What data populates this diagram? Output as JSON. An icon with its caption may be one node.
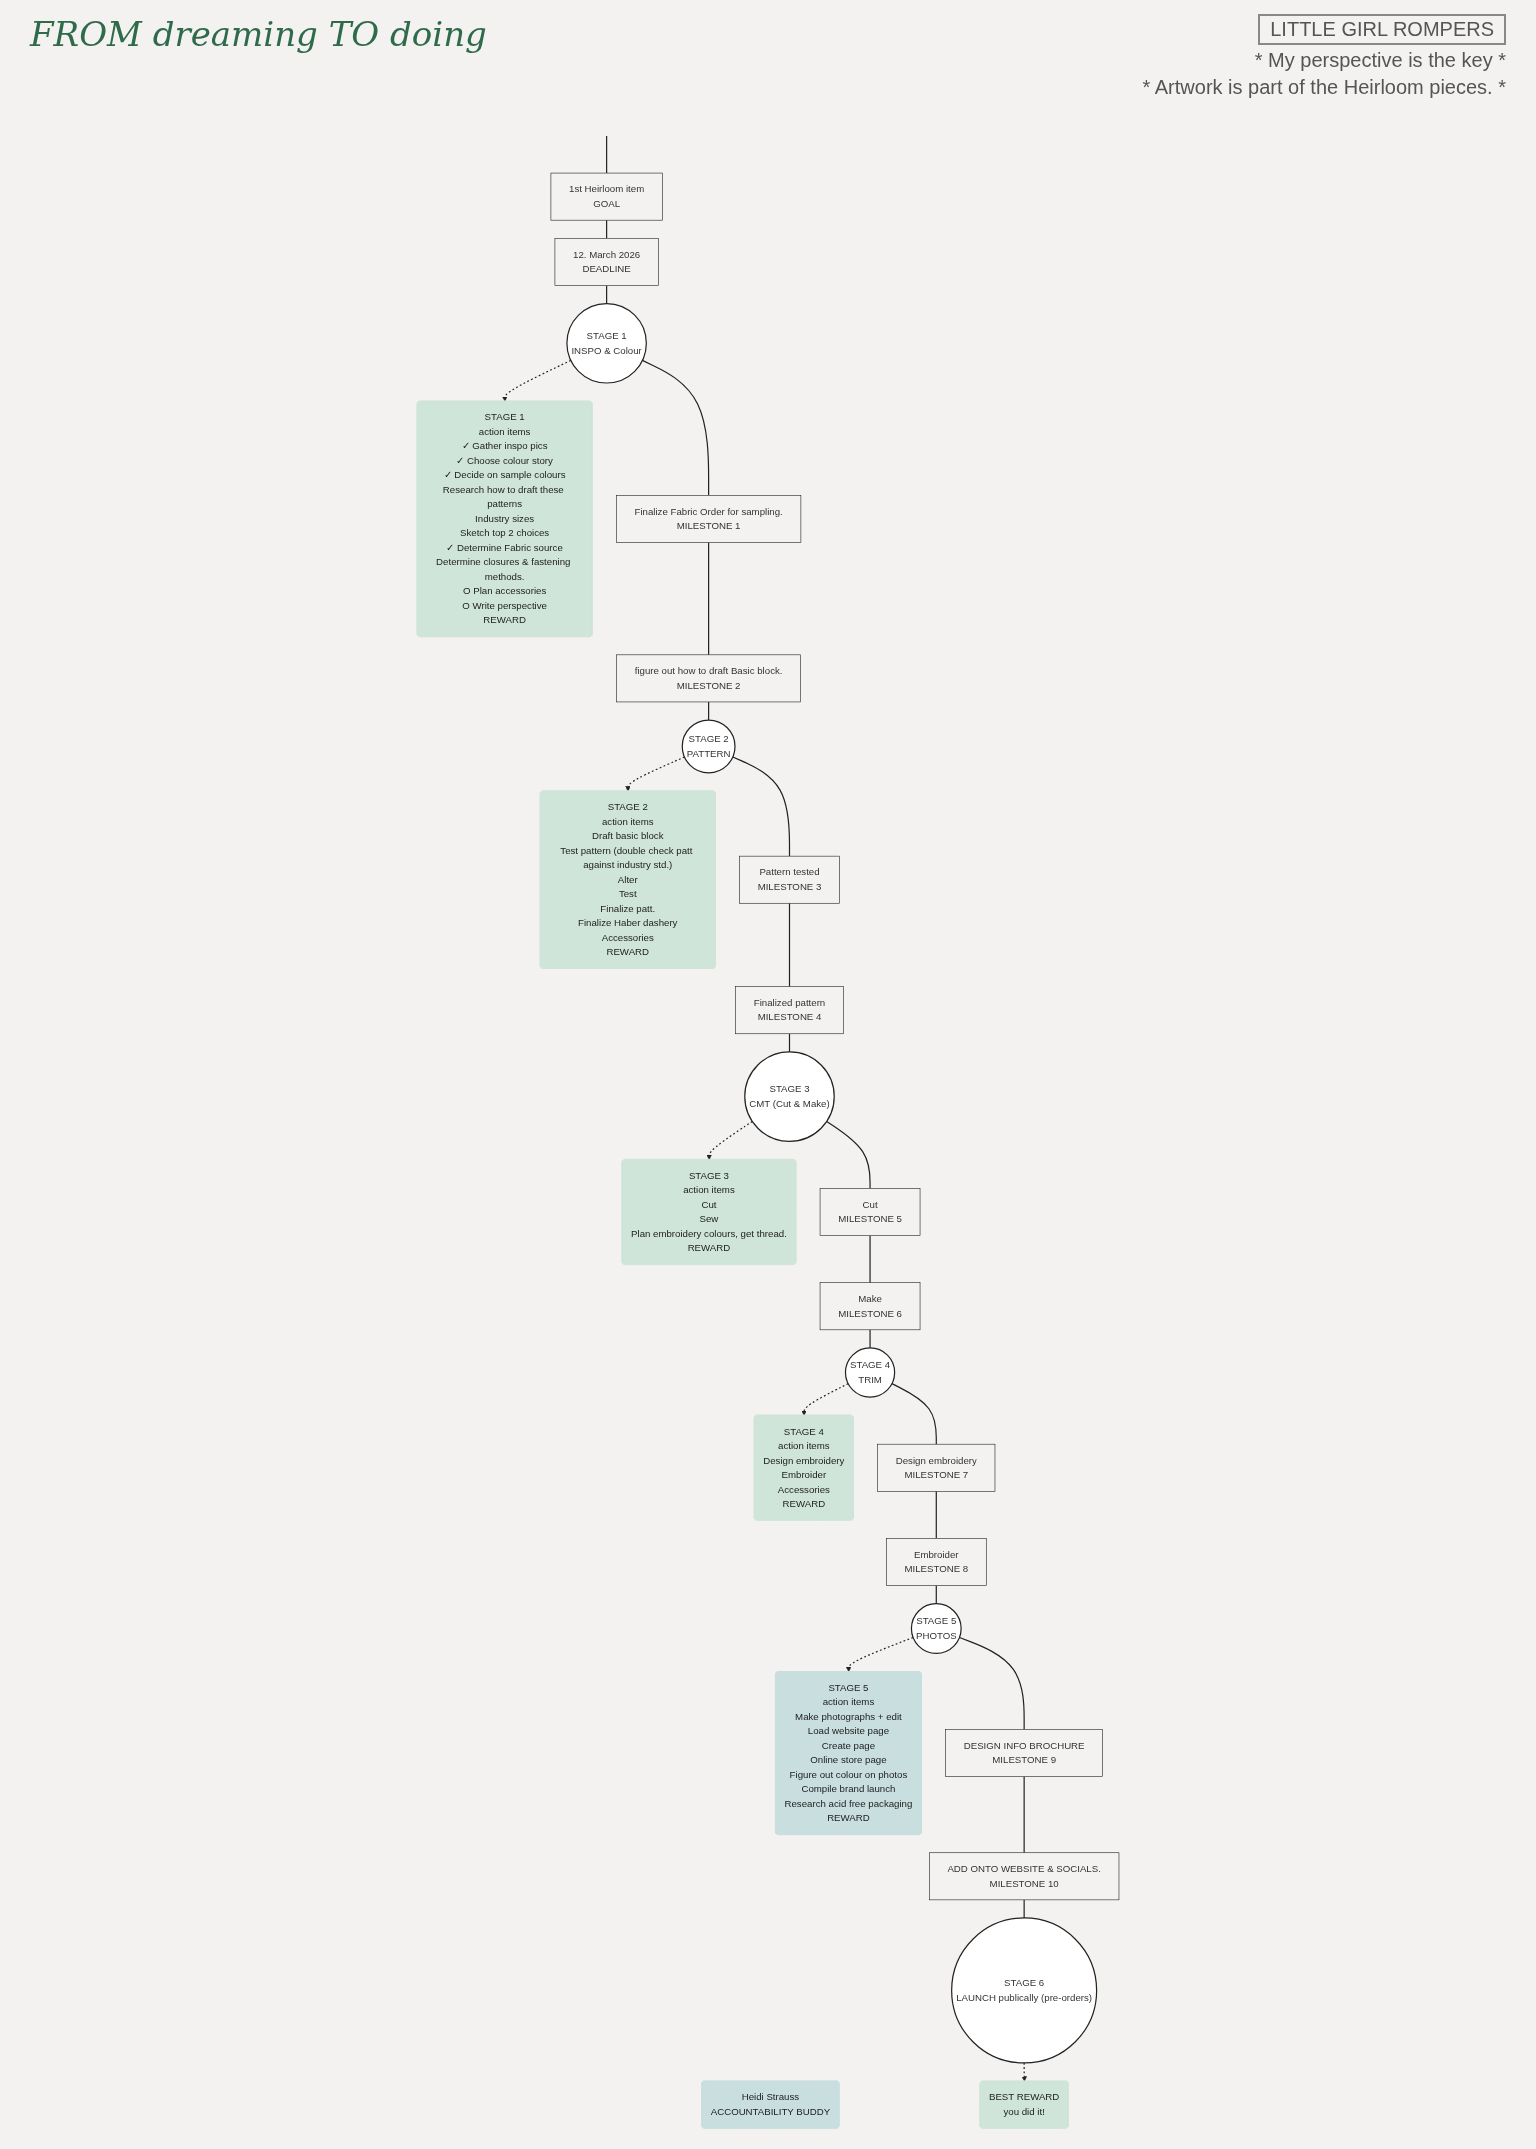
{
  "diagram": {
    "title": "FROM dreaming TO doing",
    "nodes": [
      {
        "text": [
          "1st Heirloom item",
          "GOAL"
        ]
      },
      {
        "text": [
          "12. March 2026",
          "DEADLINE"
        ]
      },
      {
        "text": [
          "STAGE 1",
          "INSPO & Colour"
        ]
      },
      {
        "text": [
          "STAGE 1",
          "action items",
          "✓ Gather inspo pics",
          "✓ Choose colour story",
          "✓ Decide on sample colours",
          "Research how to draft these patterns",
          "Industry sizes",
          "Sketch top 2 choices",
          "✓ Determine Fabric source",
          "Determine closures & fastening methods.",
          "O Plan accessories",
          "O Write perspective",
          "REWARD"
        ]
      },
      {
        "text": [
          "Finalize Fabric Order for sampling.",
          "MILESTONE 1"
        ]
      },
      {
        "text": [
          "figure out how to draft Basic block.",
          "MILESTONE 2"
        ]
      },
      {
        "text": [
          "STAGE 2",
          "PATTERN"
        ]
      },
      {
        "text": [
          "STAGE 2",
          "action items",
          "Draft basic block",
          "Test pattern (double check patt against industry std.)",
          "Alter",
          "Test",
          "Finalize patt.",
          "Finalize Haber dashery",
          "Accessories",
          "REWARD"
        ]
      },
      {
        "text": [
          "Pattern tested",
          "MILESTONE 3"
        ]
      },
      {
        "text": [
          "Finalized pattern",
          "MILESTONE 4"
        ]
      },
      {
        "text": [
          "STAGE 3",
          "CMT (Cut & Make)"
        ]
      },
      {
        "text": [
          "STAGE 3",
          "action items",
          "Cut",
          "Sew",
          "Plan embroidery colours, get thread.",
          "REWARD"
        ]
      },
      {
        "text": [
          "Cut",
          "MILESTONE 5"
        ]
      },
      {
        "text": [
          "Make",
          "MILESTONE 6"
        ]
      },
      {
        "text": [
          "STAGE 4",
          "TRIM"
        ]
      },
      {
        "text": [
          "STAGE 4",
          "action items",
          "Design embroidery",
          "Embroider",
          "Accessories",
          "REWARD"
        ]
      },
      {
        "text": [
          "Design embroidery",
          "MILESTONE 7"
        ]
      },
      {
        "text": [
          "Embroider",
          "MILESTONE 8"
        ]
      },
      {
        "text": [
          "STAGE 5",
          "PHOTOS"
        ]
      },
      {
        "text": [
          "STAGE 5",
          "action items",
          "Make photographs + edit",
          "Load website page",
          "Create page",
          "Online store page",
          "Figure out colour on photos",
          "Compile brand launch",
          "Research acid free packaging",
          "REWARD"
        ]
      },
      {
        "text": [
          "DESIGN INFO BROCHURE",
          "MILESTONE 9"
        ]
      },
      {
        "text": [
          "ADD ONTO WEBSITE & SOCIALS.",
          "MILESTONE 10"
        ]
      },
      {
        "text": [
          "STAGE 6",
          "LAUNCH publically (pre-orders)"
        ]
      },
      {
        "text": [
          "BEST REWARD",
          "you did it!"
        ]
      },
      {
        "text": [
          "Heidi Strauss",
          "ACCOUNTABILITY BUDDY"
        ]
      }
    ],
    "edges": [
      {
        "from": null,
        "to": 0,
        "arrow": "none"
      },
      {
        "from": 0,
        "to": 1,
        "arrow": "none"
      },
      {
        "from": 1,
        "to": 2,
        "arrow": "none"
      },
      {
        "from": 2,
        "to": 3,
        "arrow": "to",
        "style": "dashed"
      },
      {
        "from": 2,
        "to": 4,
        "arrow": "none"
      },
      {
        "from": 4,
        "to": 5,
        "arrow": "none"
      },
      {
        "from": 5,
        "to": 6,
        "arrow": "none"
      },
      {
        "from": 6,
        "to": 7,
        "arrow": "to",
        "style": "dashed"
      },
      {
        "from": 6,
        "to": 8,
        "arrow": "none"
      },
      {
        "from": 8,
        "to": 9,
        "arrow": "none"
      },
      {
        "from": 9,
        "to": 10,
        "arrow": "none"
      },
      {
        "from": 10,
        "to": 11,
        "arrow": "to",
        "style": "dashed"
      },
      {
        "from": 10,
        "to": 12,
        "arrow": "none"
      },
      {
        "from": 12,
        "to": 13,
        "arrow": "none"
      },
      {
        "from": 13,
        "to": 14,
        "arrow": "none"
      },
      {
        "from": 14,
        "to": 15,
        "arrow": "to",
        "style": "dashed"
      },
      {
        "from": 14,
        "to": 16,
        "arrow": "none"
      },
      {
        "from": 16,
        "to": 17,
        "arrow": "none"
      },
      {
        "from": 17,
        "to": 18,
        "arrow": "none"
      },
      {
        "from": 18,
        "to": 19,
        "arrow": "to",
        "style": "dashed"
      },
      {
        "from": 18,
        "to": 20,
        "arrow": "none"
      },
      {
        "from": 20,
        "to": 21,
        "arrow": "none"
      },
      {
        "from": 21,
        "to": 22,
        "arrow": "none"
      },
      {
        "from": 22,
        "to": 23,
        "arrow": "to",
        "style": "dashed"
      }
    ],
    "labels": [
      "LITTLE GIRL ROMPERS",
      "* My perspective is the key *",
      "* Artwork is part of the Heirloom pieces. *"
    ]
  }
}
